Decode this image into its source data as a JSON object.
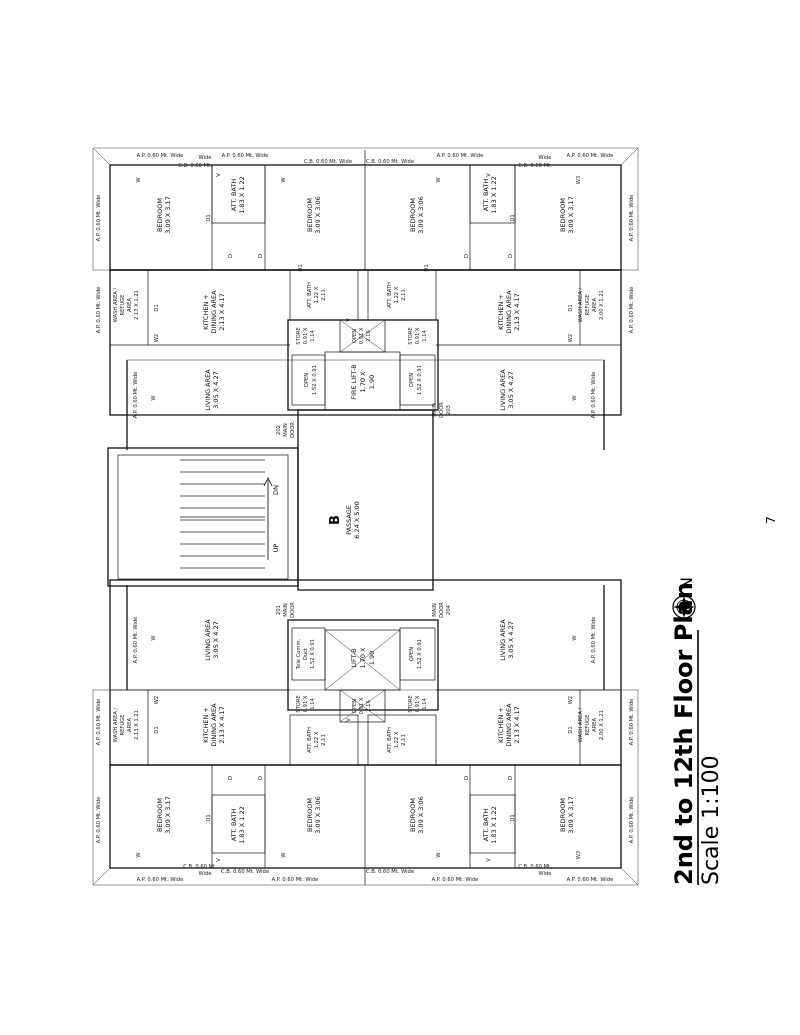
{
  "title": "2nd to 12th  Floor Plan",
  "scale": "Scale 1:100",
  "north": "N",
  "page_number": "7",
  "passage": {
    "letter": "B",
    "label": "PASSAGE",
    "size": "6.24 X 5.00"
  },
  "stair": {
    "up": "UP",
    "down": "DN"
  },
  "lifts": {
    "fire_lift": {
      "line1": "FIRE LIFT-B",
      "line2": "1.70 X",
      "line3": "1.90"
    },
    "lift": {
      "line1": "LIFT-B",
      "line2": "1.70 X",
      "line3": "1.90"
    }
  },
  "open_ducts": [
    "OPEN",
    "OPEN",
    "OPEN"
  ],
  "open_size": "1.52 X 0.91",
  "tele_duct": {
    "line1": "Tele Comm.",
    "line2": "Duct",
    "line3": "1.52 X 0.91"
  },
  "lobby_open": {
    "line1": "OPEN",
    "line2": "0.91 X",
    "line3": "2.16"
  },
  "store": {
    "line1": "STORE",
    "line2": "0.91 X",
    "line3": "1.14"
  },
  "doors": {
    "d201": {
      "num": "201",
      "l1": "MAIN",
      "l2": "DOOR"
    },
    "d202": {
      "num": "202",
      "l1": "MAIN",
      "l2": "DOOR"
    },
    "d203": {
      "l1": "MAIN",
      "l2": "DOOR",
      "num": "203"
    },
    "d204": {
      "l1": "MAIN",
      "l2": "DOOR",
      "num": "204"
    }
  },
  "rooms": {
    "bedroom_a": {
      "label": "BEDROOM",
      "size": "3.09 X 3.17"
    },
    "bedroom_b": {
      "label": "BEDROOM",
      "size": "3.09 X 3.06"
    },
    "att_bath_a": {
      "label": "ATT. BATH",
      "size": "1.83 X 1.22"
    },
    "att_bath_b": {
      "label": "ATT. BATH",
      "size": "1.22 X",
      "size2": "2.11"
    },
    "kitchen": {
      "label": "KITCHEN +",
      "label2": "DINING AREA",
      "size": "2.13 X 4.17"
    },
    "wash_a": {
      "label": "WASH AREA /",
      "label2": "REFUGE",
      "label3": "AREA",
      "size": "2.13 X 1.21"
    },
    "wash_b": {
      "label": "WASH AREA /",
      "label2": "REFUGE",
      "label3": "AREA",
      "size": "2.00 X 1.21"
    },
    "living": {
      "label": "LIVING AREA",
      "size": "3.05 X 4.27"
    }
  },
  "marks": {
    "D": "D",
    "D1": "D1",
    "W": "W",
    "W2": "W2",
    "W3": "W3",
    "V": "V"
  },
  "ledges": {
    "ap_wide": "A.P. 0.60 Mt. Wide",
    "cb": "C.B. 0.60 Mt.",
    "wide": "Wide",
    "cb_wide": "C.B. 0.60 Mt. Wide"
  }
}
